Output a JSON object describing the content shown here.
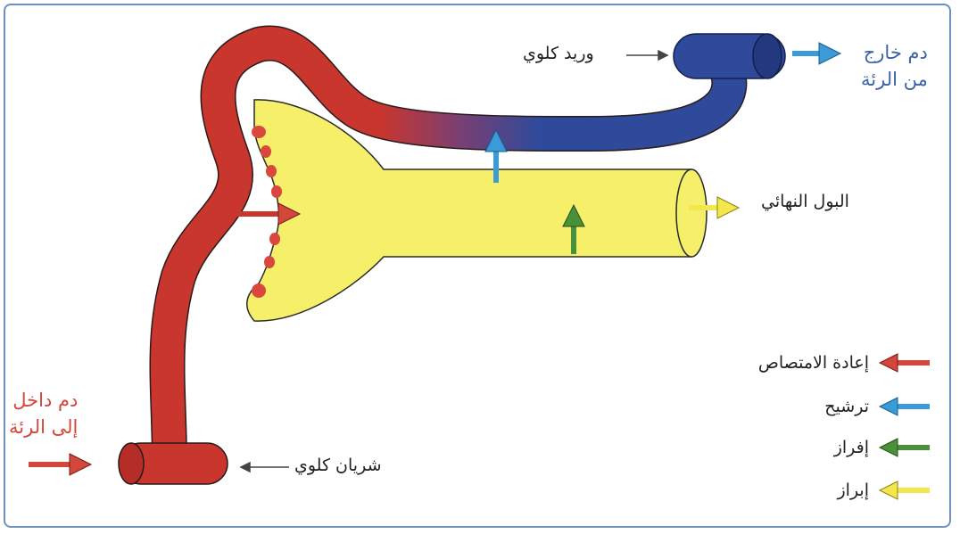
{
  "labels": {
    "vein": "وريد كلوي",
    "artery": "شريان كلوي",
    "final_urine": "البول النهائي",
    "blood_out_line1": "دم خارج",
    "blood_out_line2": "من الرئة",
    "blood_in_line1": "دم داخل",
    "blood_in_line2": "إلى الرئة"
  },
  "legend": [
    {
      "label": "إعادة الامتصاص",
      "color": "#d3473c"
    },
    {
      "label": "ترشيح",
      "color": "#3a9bd9"
    },
    {
      "label": "إفراز",
      "color": "#4a8f3a"
    },
    {
      "label": "إبراز",
      "color": "#f2e84d"
    }
  ],
  "colors": {
    "artery": "#c8362e",
    "vein": "#2f4a9a",
    "tubule": "#f5ef6a",
    "frame": "#6f8fbf"
  }
}
